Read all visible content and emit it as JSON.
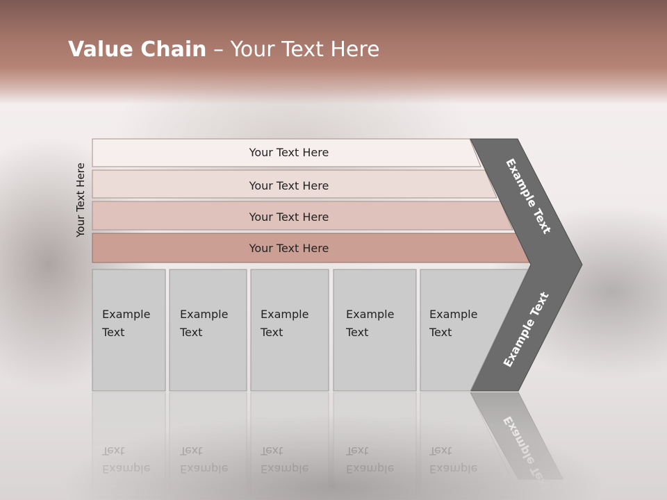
{
  "title": {
    "bold": "Value Chain",
    "rest": " – Your Text Here"
  },
  "side_label": "Your Text Here",
  "rows": [
    "Your Text Here",
    "Your Text Here",
    "Your Text Here",
    "Your Text Here"
  ],
  "boxes": [
    [
      "Example",
      "Text"
    ],
    [
      "Example",
      "Text"
    ],
    [
      "Example",
      "Text"
    ],
    [
      "Example",
      "Text"
    ],
    [
      "Example",
      "Text"
    ]
  ],
  "arrow_labels": [
    "Example Text",
    "Example Text"
  ],
  "colors": {
    "row_fills": [
      "#f7efed",
      "#ecdcd8",
      "#dfc2bc",
      "#cc9f95"
    ],
    "box_fill": "#cbcbcb",
    "arrow_fill": "#6c6c6c"
  }
}
